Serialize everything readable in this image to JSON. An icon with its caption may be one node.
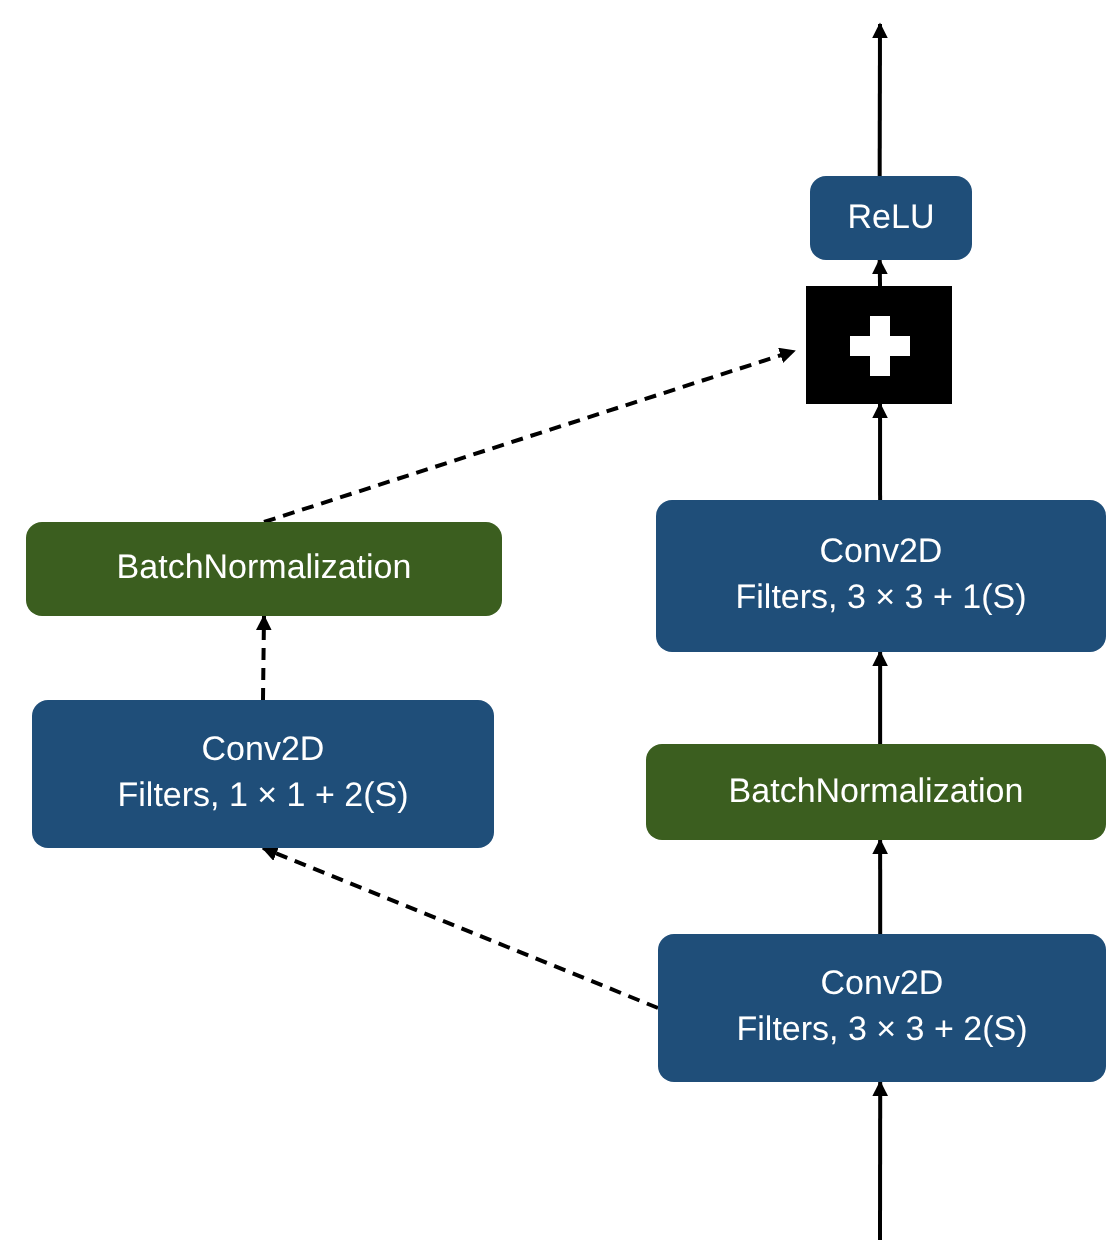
{
  "diagram": {
    "nodes": [
      {
        "text": [
          "ReLU"
        ]
      },
      {
        "text": [],
        "shape": "box"
      },
      {
        "text": [
          "Conv2D",
          "Filters, 3 × 3 + 1(S)"
        ]
      },
      {
        "text": [
          "BatchNormalization"
        ]
      },
      {
        "text": [
          "BatchNormalization"
        ]
      },
      {
        "text": [
          "Conv2D",
          "Filters, 1 × 1 + 2(S)"
        ]
      },
      {
        "text": [
          "Conv2D",
          "Filters, 3 × 3 + 2(S)"
        ]
      }
    ],
    "edges": [
      {
        "from": null,
        "to": 6,
        "arrow": "to"
      },
      {
        "from": 6,
        "to": 4,
        "arrow": "to"
      },
      {
        "from": 4,
        "to": 2,
        "arrow": "to"
      },
      {
        "from": 2,
        "to": 1,
        "arrow": "to"
      },
      {
        "from": 1,
        "to": 0,
        "arrow": "to"
      },
      {
        "from": 0,
        "to": null,
        "arrow": "to"
      },
      {
        "from": 6,
        "to": 5,
        "arrow": "to",
        "style": "dashed"
      },
      {
        "from": 5,
        "to": 3,
        "arrow": "to",
        "style": "dashed"
      },
      {
        "from": 3,
        "to": 1,
        "arrow": "to",
        "style": "dashed"
      }
    ]
  }
}
